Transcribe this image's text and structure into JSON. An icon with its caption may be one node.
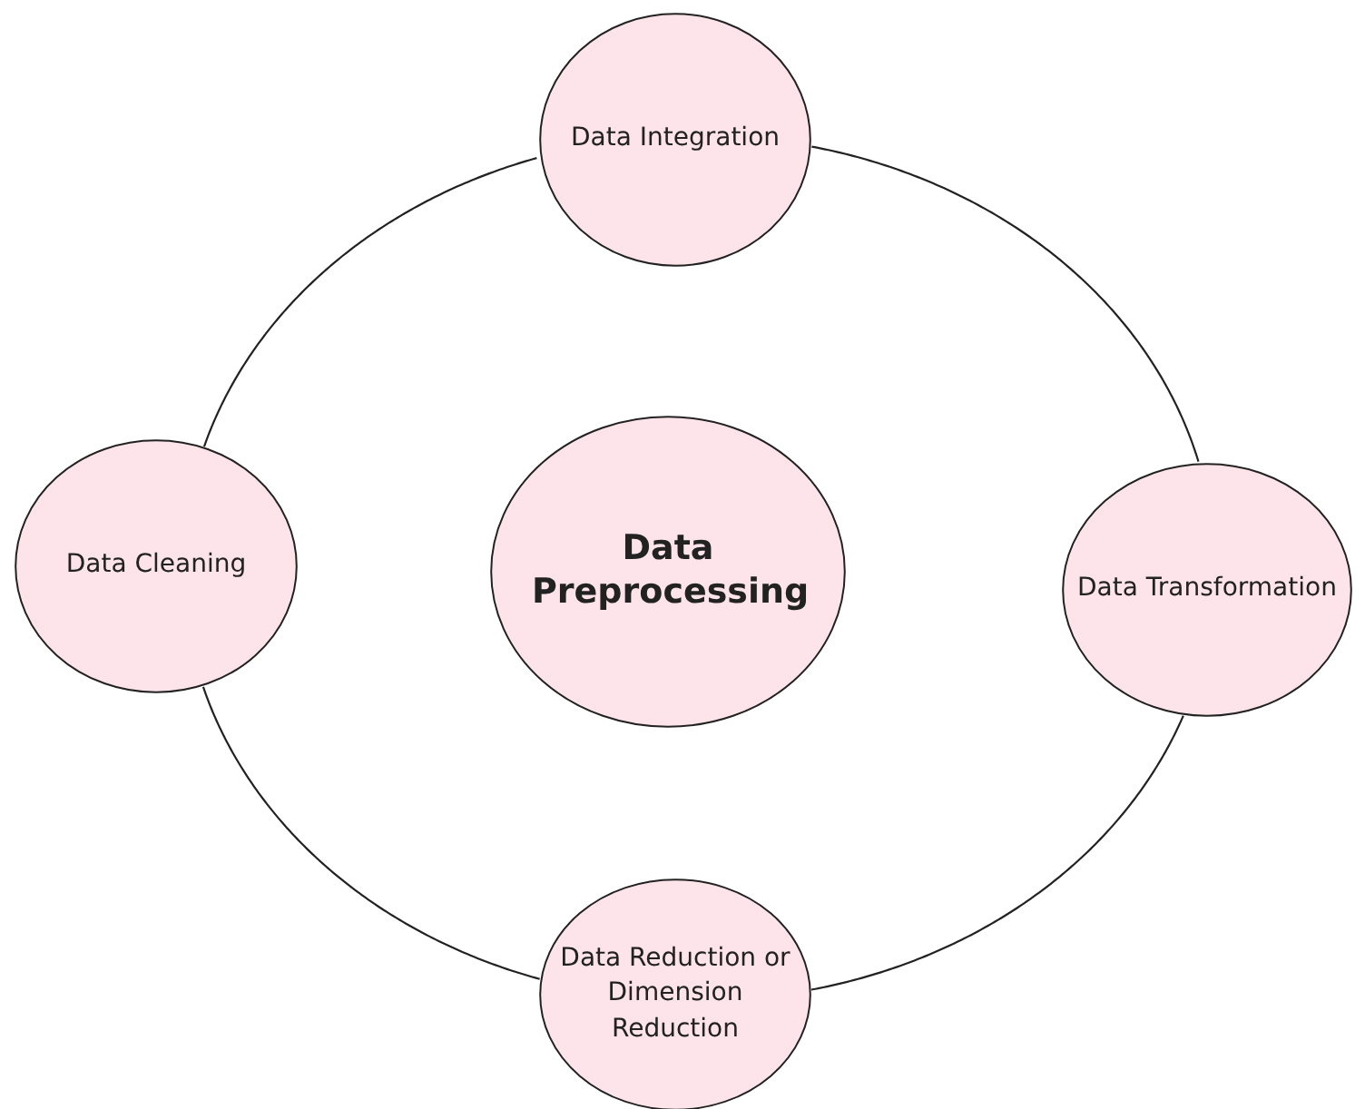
{
  "diagram": {
    "nodes": [
      {
        "text": [
          "Data Integration"
        ]
      },
      {
        "text": [
          "Data Cleaning"
        ]
      },
      {
        "text": [
          "Data Preprocessing"
        ]
      },
      {
        "text": [
          "Data Transformation"
        ]
      },
      {
        "text": [
          "Data Reduction or Dimension Reduction"
        ]
      }
    ],
    "edges": [
      {
        "from": 0,
        "to": 3,
        "arrow": "none"
      },
      {
        "from": 3,
        "to": 4,
        "arrow": "none"
      },
      {
        "from": 4,
        "to": 1,
        "arrow": "none"
      },
      {
        "from": 1,
        "to": 0,
        "arrow": "none"
      }
    ]
  }
}
